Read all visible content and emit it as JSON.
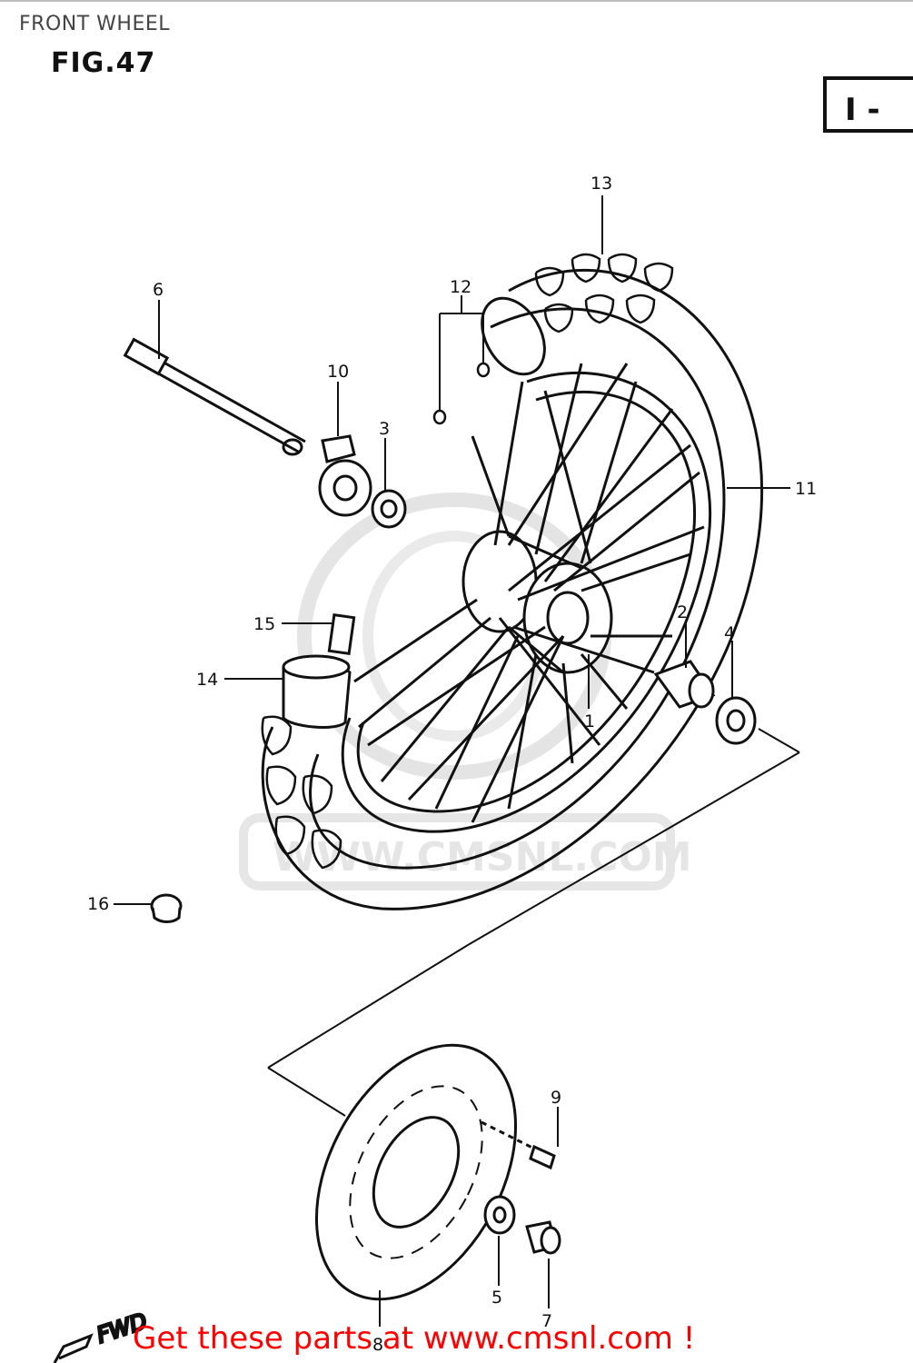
{
  "header": {
    "title": "FRONT WHEEL",
    "figure": "FIG.47",
    "corner_tag": "I -"
  },
  "watermark": {
    "text": "WWW.CMSNL.COM"
  },
  "callouts": [
    "1",
    "2",
    "3",
    "4",
    "5",
    "6",
    "7",
    "8",
    "9",
    "10",
    "11",
    "12",
    "13",
    "14",
    "15",
    "16"
  ],
  "direction_label": "FWD",
  "footer": {
    "cta": "Get these parts at www.cmsnl.com !"
  },
  "colors": {
    "line": "#111111",
    "cta": "#ff0000",
    "watermark": "#d6d6d6"
  }
}
